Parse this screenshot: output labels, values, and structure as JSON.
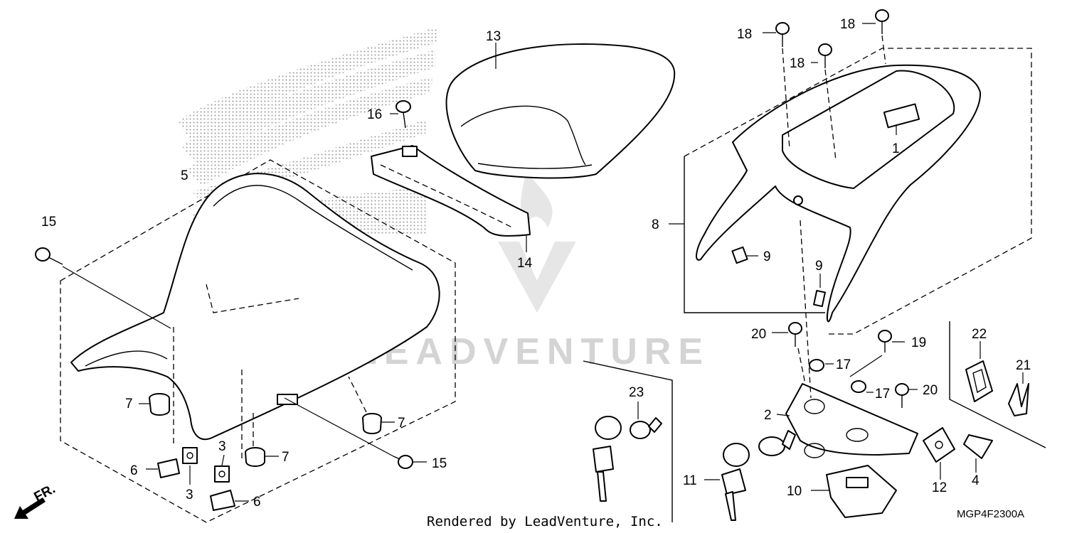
{
  "diagram": {
    "callouts": [
      {
        "id": "c1",
        "text": "1"
      },
      {
        "id": "c2",
        "text": "2"
      },
      {
        "id": "c3a",
        "text": "3"
      },
      {
        "id": "c3b",
        "text": "3"
      },
      {
        "id": "c4",
        "text": "4"
      },
      {
        "id": "c5",
        "text": "5"
      },
      {
        "id": "c6a",
        "text": "6"
      },
      {
        "id": "c6b",
        "text": "6"
      },
      {
        "id": "c7a",
        "text": "7"
      },
      {
        "id": "c7b",
        "text": "7"
      },
      {
        "id": "c7c",
        "text": "7"
      },
      {
        "id": "c8",
        "text": "8"
      },
      {
        "id": "c9a",
        "text": "9"
      },
      {
        "id": "c9b",
        "text": "9"
      },
      {
        "id": "c10",
        "text": "10"
      },
      {
        "id": "c11",
        "text": "11"
      },
      {
        "id": "c12",
        "text": "12"
      },
      {
        "id": "c13",
        "text": "13"
      },
      {
        "id": "c14",
        "text": "14"
      },
      {
        "id": "c15a",
        "text": "15"
      },
      {
        "id": "c15b",
        "text": "15"
      },
      {
        "id": "c16",
        "text": "16"
      },
      {
        "id": "c17a",
        "text": "17"
      },
      {
        "id": "c17b",
        "text": "17"
      },
      {
        "id": "c18a",
        "text": "18"
      },
      {
        "id": "c18b",
        "text": "18"
      },
      {
        "id": "c18c",
        "text": "18"
      },
      {
        "id": "c19",
        "text": "19"
      },
      {
        "id": "c20a",
        "text": "20"
      },
      {
        "id": "c20b",
        "text": "20"
      },
      {
        "id": "c21",
        "text": "21"
      },
      {
        "id": "c22",
        "text": "22"
      },
      {
        "id": "c23",
        "text": "23"
      }
    ],
    "direction_label": "FR.",
    "watermark_text": "LEADVENTURE",
    "footer_text": "Rendered by LeadVenture, Inc.",
    "diagram_code": "MGP4F2300A"
  }
}
